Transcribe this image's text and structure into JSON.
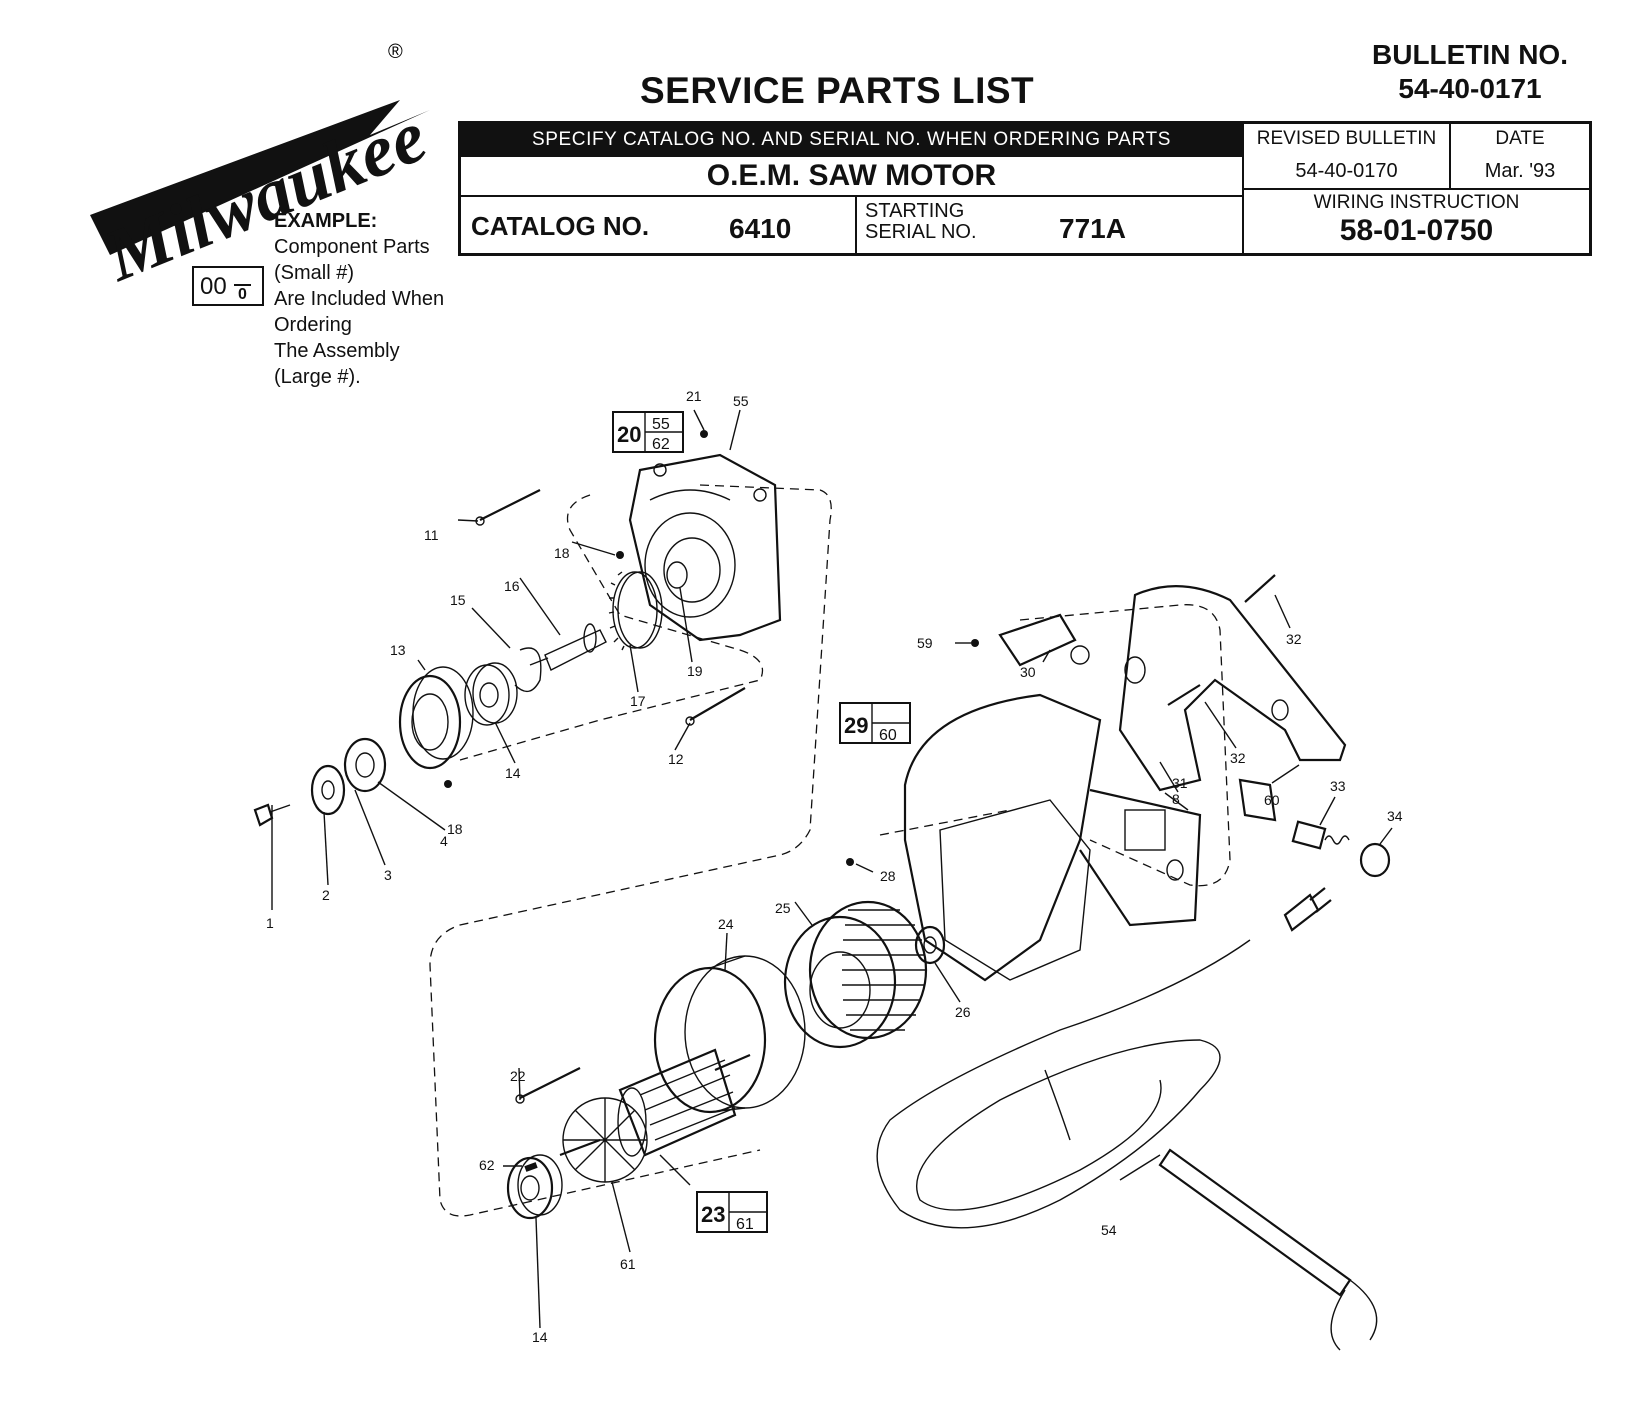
{
  "brand": {
    "logo_text": "Milwaukee",
    "registered_mark": "®"
  },
  "header": {
    "title": "SERVICE PARTS LIST",
    "bulletin_label": "BULLETIN NO.",
    "bulletin_number": "54-40-0171",
    "specify_banner": "SPECIFY CATALOG NO. AND SERIAL NO. WHEN ORDERING PARTS",
    "product_name": "O.E.M. SAW MOTOR",
    "catalog_label": "CATALOG NO.",
    "catalog_number": "6410",
    "serial_label": "STARTING SERIAL NO.",
    "serial_number": "771A",
    "revised_label": "REVISED BULLETIN",
    "revised_value": "54-40-0170",
    "date_label": "DATE",
    "date_value": "Mar. '93",
    "wiring_label": "WIRING INSTRUCTION",
    "wiring_value": "58-01-0750"
  },
  "example": {
    "heading": "EXAMPLE:",
    "lines": [
      "Component Parts",
      "(Small #)",
      "Are Included When",
      "Ordering",
      "The Assembly",
      "(Large #)."
    ],
    "box_large": "00",
    "box_small": "0"
  },
  "assemblies": [
    {
      "large": "20",
      "small": [
        "55",
        "62"
      ]
    },
    {
      "large": "29",
      "small": [
        "",
        "60"
      ]
    },
    {
      "large": "23",
      "small": [
        "",
        "61"
      ]
    }
  ],
  "part_callouts": [
    "1",
    "2",
    "3",
    "4",
    "8",
    "11",
    "12",
    "13",
    "14",
    "14",
    "15",
    "16",
    "17",
    "18",
    "18",
    "19",
    "21",
    "22",
    "24",
    "25",
    "26",
    "28",
    "30",
    "31",
    "32",
    "32",
    "33",
    "34",
    "54",
    "55",
    "59",
    "60",
    "61",
    "62"
  ]
}
